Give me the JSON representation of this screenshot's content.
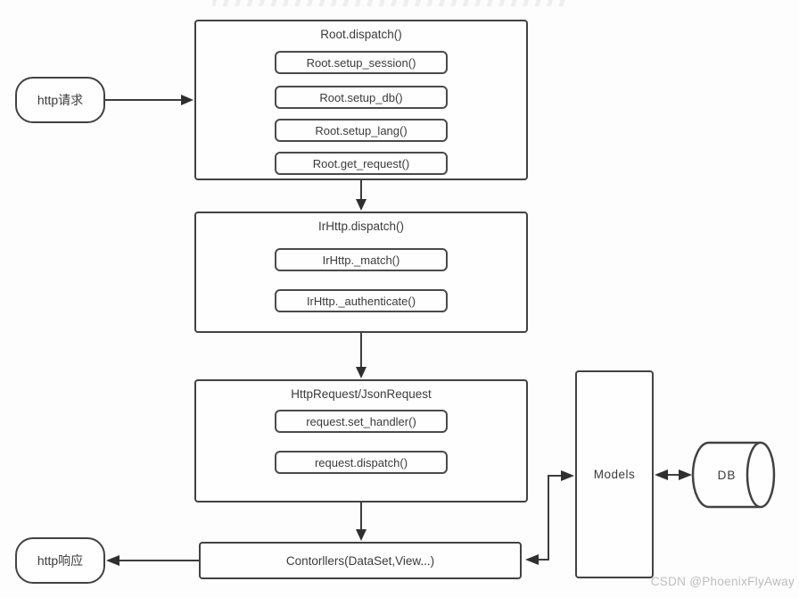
{
  "diagram": {
    "nodes": {
      "http_request": {
        "label": "http请求"
      },
      "root": {
        "title": "Root.dispatch()",
        "steps": [
          "Root.setup_session()",
          "Root.setup_db()",
          "Root.setup_lang()",
          "Root.get_request()"
        ]
      },
      "irhttp": {
        "title": "IrHttp.dispatch()",
        "steps": [
          "IrHttp._match()",
          "IrHttp._authenticate()"
        ]
      },
      "httprequest": {
        "title": "HttpRequest/JsonRequest",
        "steps": [
          "request.set_handler()",
          "request.dispatch()"
        ]
      },
      "controllers": {
        "label": "Contorllers(DataSet,View...)"
      },
      "models": {
        "label": "Models"
      },
      "db": {
        "label": "DB"
      },
      "http_response": {
        "label": "http响应"
      }
    },
    "edges": [
      "http_request -> root",
      "root -> irhttp",
      "irhttp -> httprequest",
      "httprequest -> controllers",
      "controllers -> http_response",
      "controllers <-> models",
      "models <-> db"
    ],
    "colors": {
      "line": "#3d3d3d",
      "arrowhead": "#2f2f2f",
      "border": "#424242",
      "text": "#3b3b3b",
      "watermark": "#bdbdbd",
      "background": "#fdfdfd"
    }
  },
  "watermark": {
    "text": "CSDN @PhoenixFlyAway"
  }
}
